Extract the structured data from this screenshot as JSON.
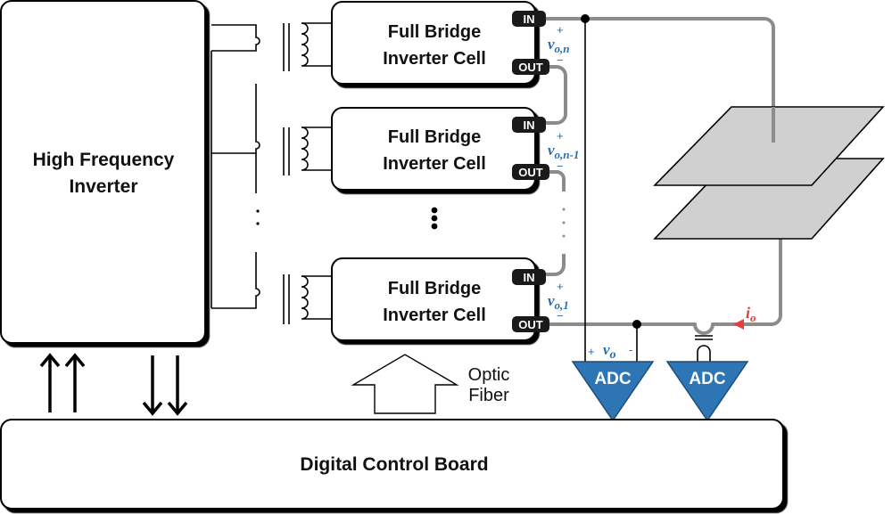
{
  "inverter": {
    "label_line1": "High Frequency",
    "label_line2": "Inverter"
  },
  "control_board": {
    "label": "Digital Control Board"
  },
  "cells": [
    {
      "line1": "Full Bridge",
      "line2": "Inverter Cell",
      "in_label": "IN",
      "out_label": "OUT",
      "voltage_base": "v",
      "voltage_sub": "o,n",
      "plus": "+",
      "minus": "−"
    },
    {
      "line1": "Full Bridge",
      "line2": "Inverter Cell",
      "in_label": "IN",
      "out_label": "OUT",
      "voltage_base": "v",
      "voltage_sub": "o,n-1",
      "plus": "+",
      "minus": "−"
    },
    {
      "line1": "Full Bridge",
      "line2": "Inverter Cell",
      "in_label": "IN",
      "out_label": "OUT",
      "voltage_base": "v",
      "voltage_sub": "o,1",
      "plus": "+",
      "minus": "−"
    }
  ],
  "optic_fiber": {
    "line1": "Optic",
    "line2": "Fiber"
  },
  "adc_voltage": {
    "label": "ADC",
    "voltage_base": "v",
    "voltage_sub": "o",
    "plus": "+",
    "minus": "-"
  },
  "adc_current": {
    "label": "ADC"
  },
  "current": {
    "base": "i",
    "sub": "o"
  },
  "colors": {
    "adc_fill": "#2e75b6",
    "wire_gray": "#8c8c8c",
    "plate_fill": "#d0d0d0",
    "current_arrow": "#e53e3e",
    "label_blue": "#2b6cb0"
  }
}
